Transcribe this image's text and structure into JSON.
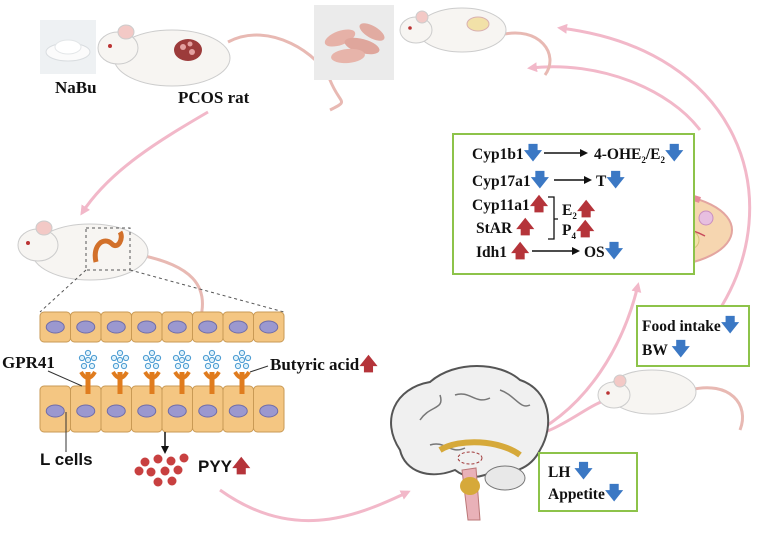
{
  "labels": {
    "nabu": "NaBu",
    "pcos_rat": "PCOS rat",
    "gpr41": "GPR41",
    "butyric_acid": "Butyric acid",
    "l_cells": "L cells",
    "pyy": "PYY"
  },
  "ovary_box": {
    "cyp1b1": "Cyp1b1",
    "oh_e2_prefix": "4-OHE",
    "oh_e2_sub1": "2",
    "oh_e2_mid": "/E",
    "oh_e2_sub2": "2",
    "cyp17a1": "Cyp17a1",
    "t": "T",
    "cyp11a1": "Cyp11a1",
    "e2_base": "E",
    "e2_sub": "2",
    "star": "StAR",
    "p4_base": "P",
    "p4_sub": "4",
    "idh1": "Idh1",
    "os": "OS"
  },
  "food_box": {
    "food_intake": "Food intake",
    "bw": "BW"
  },
  "brain_box": {
    "lh": "LH",
    "appetite": "Appetite"
  },
  "arrows": {
    "down": "🡇",
    "up": "🡅"
  },
  "colors": {
    "box_border": "#8dc34a",
    "flow_arrow": "#f2b8c9",
    "down_arrow": "#3b78c4",
    "up_arrow": "#b5343a",
    "cell_fill": "#f4c682",
    "nucleus": "#9b98cf",
    "pyy_dot": "#c84040",
    "receptor": "#e07c1e"
  }
}
